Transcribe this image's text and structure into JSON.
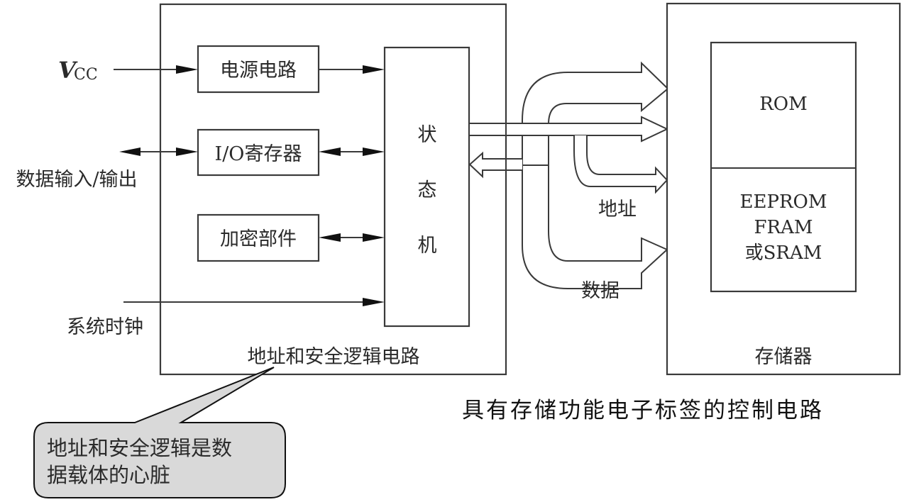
{
  "diagram": {
    "title": "具有存储功能电子标签的控制电路",
    "inputs": {
      "vcc": {
        "main": "V",
        "sub": "CC"
      },
      "data_io": "数据输入/输出",
      "system_clock": "系统时钟"
    },
    "logic_block": {
      "label": "地址和安全逻辑电路",
      "components": [
        "电源电路",
        "I/O寄存器",
        "加密部件"
      ],
      "state_machine": [
        "状",
        "态",
        "机"
      ]
    },
    "buses": {
      "address_label": "地址",
      "data_label": "数据"
    },
    "memory_block": {
      "label": "存储器",
      "rom": "ROM",
      "nvm_lines": [
        "EEPROM",
        "FRAM",
        "或SRAM"
      ]
    },
    "callout": {
      "lines": [
        "地址和安全逻辑是数",
        "据载体的心脏"
      ],
      "fill_color": "#d9d9d9"
    },
    "colors": {
      "line": "#3a3a3a",
      "background": "#ffffff"
    }
  }
}
